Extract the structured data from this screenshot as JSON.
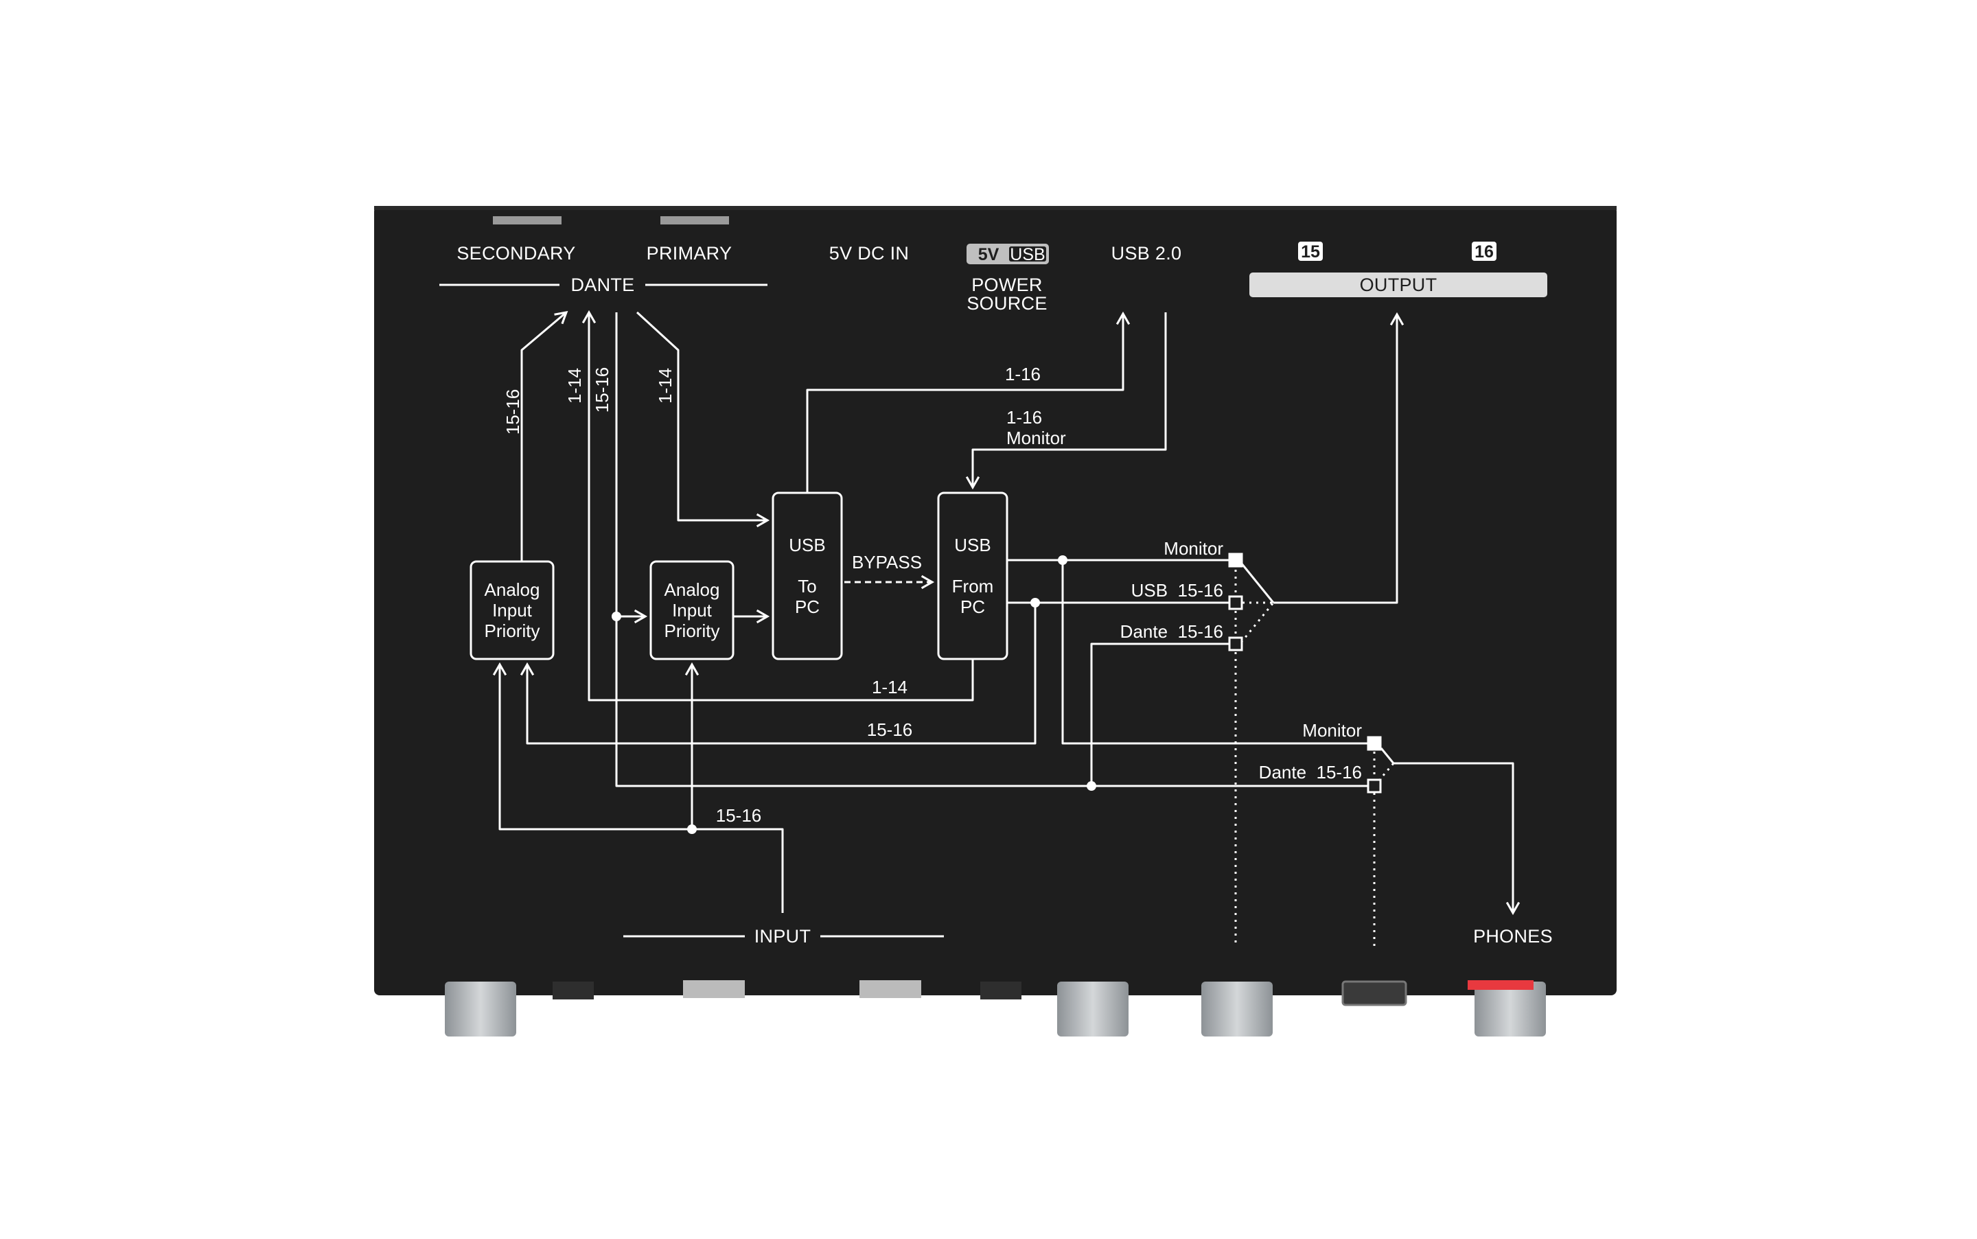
{
  "ports": {
    "secondary": "SECONDARY",
    "primary": "PRIMARY",
    "dante": "DANTE",
    "dc_in": "5V DC IN",
    "power_5v": "5V",
    "power_usb": "USB",
    "power_source_line1": "POWER",
    "power_source_line2": "SOURCE",
    "usb20": "USB 2.0",
    "ch15": "15",
    "ch16": "16",
    "output": "OUTPUT",
    "input": "INPUT",
    "phones": "PHONES"
  },
  "blocks": {
    "analog1": [
      "Analog",
      "Input",
      "Priority"
    ],
    "analog2": [
      "Analog",
      "Input",
      "Priority"
    ],
    "usb_to_pc": [
      "USB",
      "To",
      "PC"
    ],
    "usb_from_pc": [
      "USB",
      "From",
      "PC"
    ]
  },
  "labels": {
    "v_15_16_a": "15-16",
    "v_1_14_a": "1-14",
    "v_15_16_b": "15-16",
    "v_1_14_b": "1-14",
    "usb_out_1_16": "1-16",
    "monitor_1_16_line1": "1-16",
    "monitor_1_16_line2": "Monitor",
    "bypass": "BYPASS",
    "out_monitor": "Monitor",
    "out_usb_15_16": "USB  15-16",
    "out_dante_15_16": "Dante  15-16",
    "ret_1_14": "1-14",
    "ret_15_16": "15-16",
    "ph_monitor": "Monitor",
    "ph_dante_15_16": "Dante  15-16",
    "input_15_16": "15-16"
  },
  "colors": {
    "panel": "#1e1e1e",
    "line": "#ffffff",
    "knob": "#bfc3c6",
    "phones_accent": "#e8393f"
  }
}
